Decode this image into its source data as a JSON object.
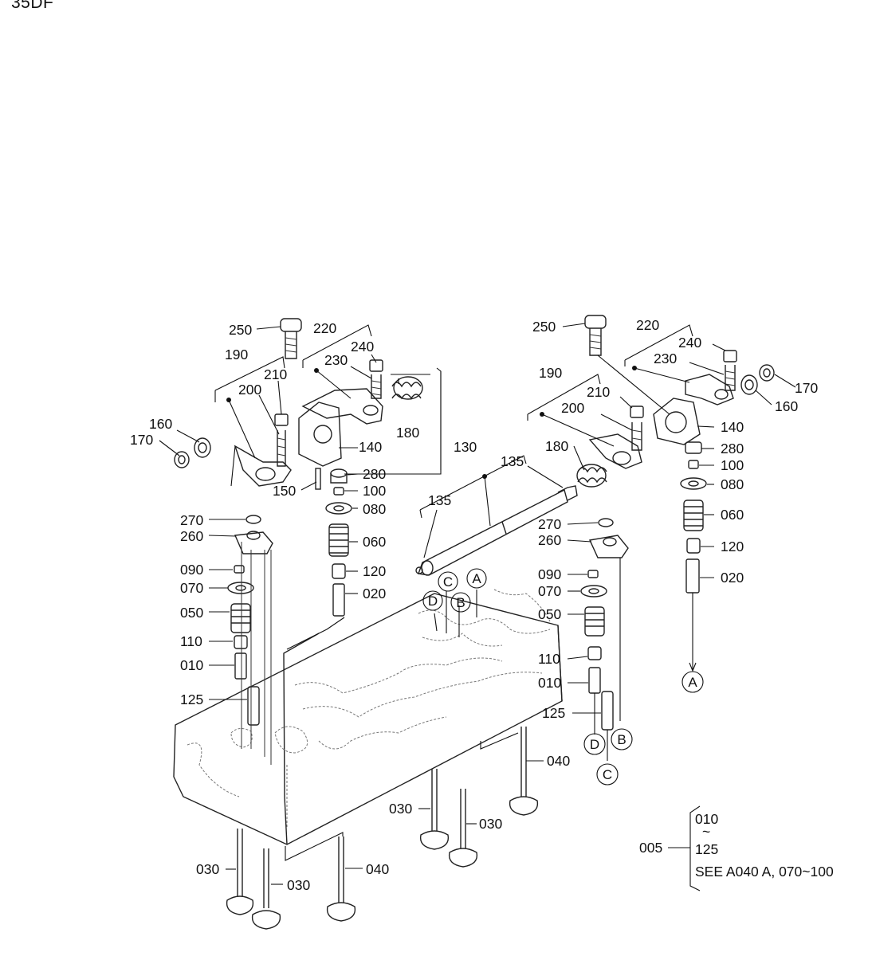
{
  "header": {
    "code": "35DF"
  },
  "diagram": {
    "callouts": {
      "l250": "250",
      "l220": "220",
      "l240": "240",
      "l190": "190",
      "l230": "230",
      "l210": "210",
      "l200": "200",
      "l180": "180",
      "l160": "160",
      "l170": "170",
      "l140": "140",
      "l150": "150",
      "l280": "280",
      "l100": "100",
      "l080": "080",
      "l270": "270",
      "l260": "260",
      "l060": "060",
      "l090": "090",
      "l070": "070",
      "l050": "050",
      "l120": "120",
      "l020": "020",
      "l110": "110",
      "l010": "010",
      "l125": "125",
      "c130": "130",
      "c135a": "135",
      "c135b": "135",
      "r250": "250",
      "r220": "220",
      "r240": "240",
      "r230": "230",
      "r170": "170",
      "r160": "160",
      "r190": "190",
      "r210": "210",
      "r200": "200",
      "r140": "140",
      "r180": "180",
      "r280": "280",
      "r100": "100",
      "r080": "080",
      "r060": "060",
      "r120": "120",
      "r020": "020",
      "m270": "270",
      "m260": "260",
      "m090": "090",
      "m070": "070",
      "m050": "050",
      "m110": "110",
      "m010": "010",
      "m125": "125",
      "b040a": "040",
      "b030a": "030",
      "b030b": "030",
      "b030c": "030",
      "b030d": "030",
      "b040b": "040"
    },
    "markers": {
      "A_top": "A",
      "B_top": "B",
      "C_top": "C",
      "D_top": "D",
      "A_right": "A",
      "B_right": "B",
      "C_right": "C",
      "D_right": "D"
    },
    "note": {
      "ref": "005",
      "range_from": "010",
      "tilde": "~",
      "range_to": "125",
      "see": "SEE A040 A, 070~100"
    }
  }
}
